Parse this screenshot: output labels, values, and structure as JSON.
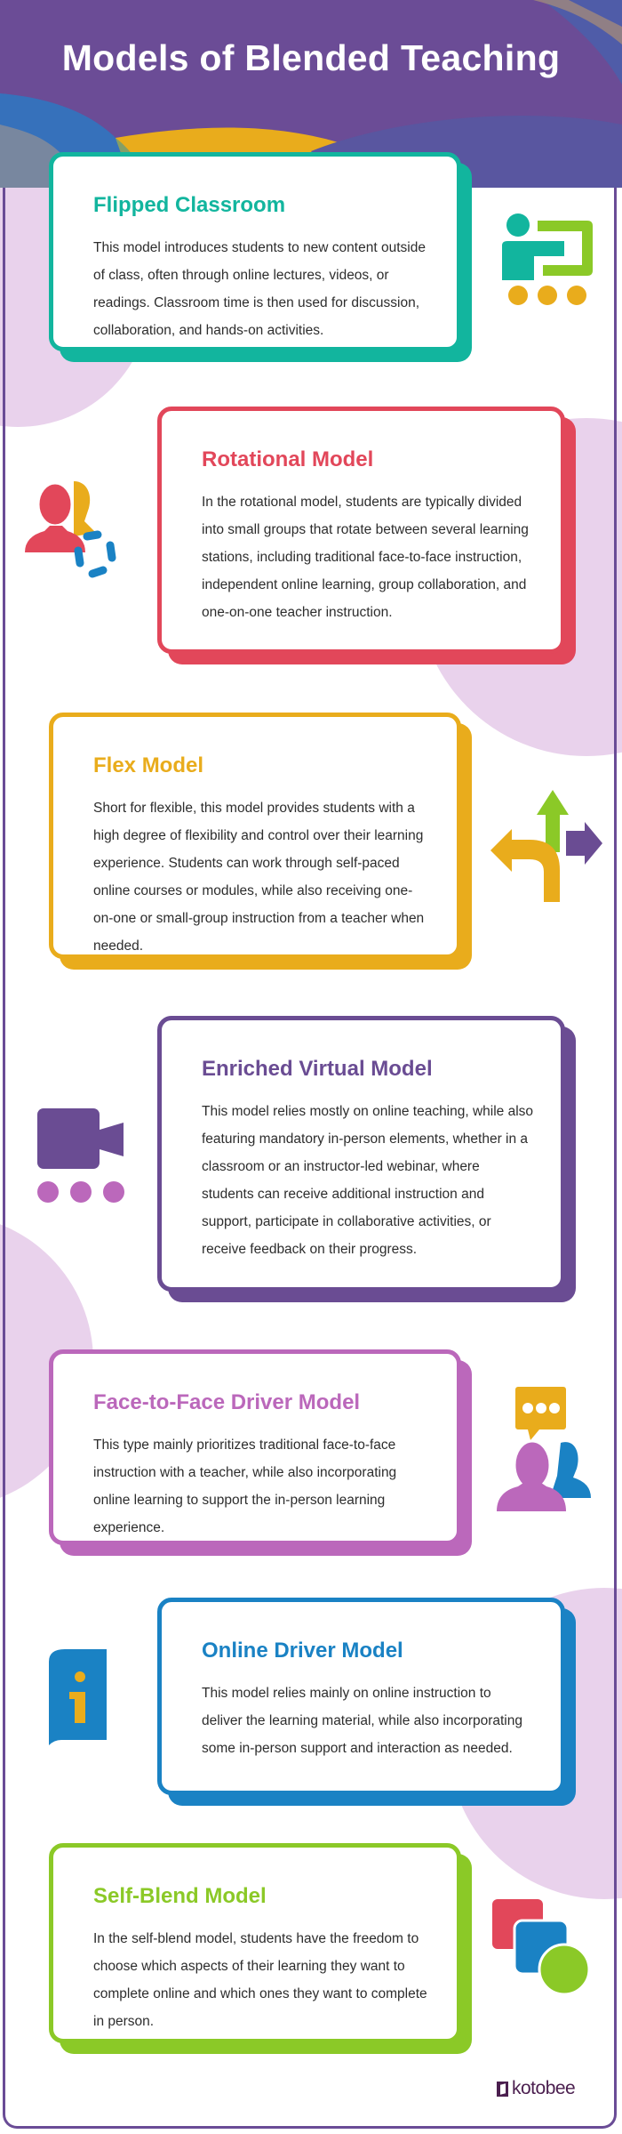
{
  "title": "Models of Blended Teaching",
  "colors": {
    "header": "#6b4c96",
    "teal": "#12b59e",
    "red": "#e2475a",
    "yellow": "#e9ac1c",
    "purple": "#6a4c93",
    "orchid": "#bb68bb",
    "blue": "#1a82c4",
    "green": "#8bc927"
  },
  "models": [
    {
      "title": "Flipped Classroom",
      "icon": "presenter-board-icon",
      "text": "This model introduces students to new content outside of class, often through online lectures, videos, or readings. Classroom time is then used for discussion, collaboration, and hands-on activities."
    },
    {
      "title": "Rotational Model",
      "icon": "users-rotate-icon",
      "text": "In the rotational model, students are typically divided into small groups that rotate between several learning stations, including traditional face-to-face instruction, independent online learning, group collaboration, and one-on-one teacher instruction."
    },
    {
      "title": "Flex Model",
      "icon": "direction-arrows-icon",
      "text": "Short for flexible, this model provides students with a high degree of flexibility and control over their learning experience. Students can work through self-paced online courses or modules, while also receiving one-on-one or small-group instruction from a teacher when needed."
    },
    {
      "title": "Enriched Virtual Model",
      "icon": "video-camera-icon",
      "text": "This model relies mostly on online teaching, while also featuring mandatory in-person elements, whether in a classroom or an instructor-led webinar, where students can receive additional instruction and support, participate in collaborative activities, or receive feedback on their progress."
    },
    {
      "title": "Face-to-Face Driver Model",
      "icon": "users-chat-icon",
      "text": "This type mainly prioritizes traditional face-to-face instruction with a teacher, while also incorporating online learning to support the in-person learning experience."
    },
    {
      "title": "Online Driver Model",
      "icon": "info-icon",
      "text": "This model relies mainly on online instruction to deliver the learning material, while also incorporating some in-person support and interaction as needed."
    },
    {
      "title": "Self-Blend Model",
      "icon": "blend-shapes-icon",
      "text": "In the self-blend model, students have the freedom to choose which aspects of their learning they want to complete online and which ones they want to complete in person."
    }
  ],
  "logo": "kotobee"
}
